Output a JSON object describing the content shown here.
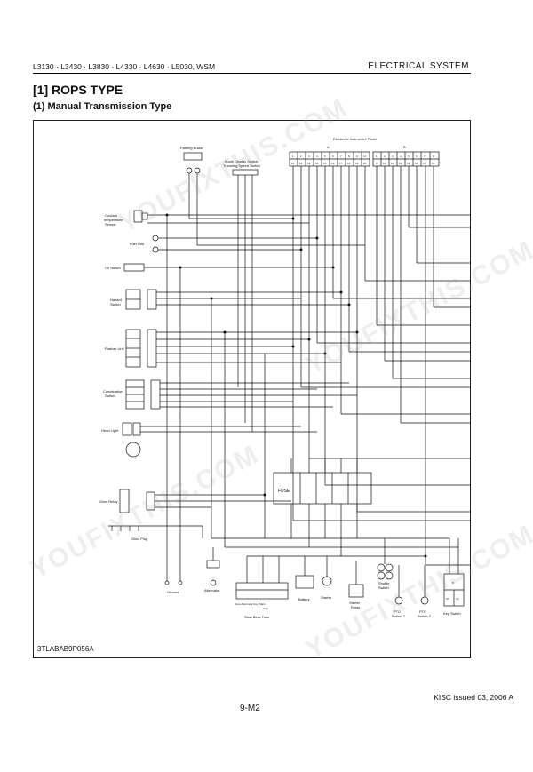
{
  "header": {
    "models": "L3130 · L3430 · L3830 · L4330 · L4630 · L5030, WSM",
    "section": "ELECTRICAL  SYSTEM"
  },
  "title": {
    "section": "[1]  ROPS  TYPE",
    "subsection": "(1)   Manual Transmission Type"
  },
  "diagram": {
    "panel_title": "Electronic Instrument Panel",
    "connector_a": "A",
    "connector_b": "B",
    "connector_a_top": [
      "1",
      "2",
      "3",
      "4",
      "5",
      "6",
      "7",
      "8",
      "9",
      "10"
    ],
    "connector_a_bottom": [
      "11",
      "12",
      "13",
      "14",
      "15",
      "16",
      "17",
      "18",
      "19",
      "20"
    ],
    "connector_b_top": [
      "1",
      "2",
      "3",
      "4",
      "5",
      "6",
      "7",
      "8"
    ],
    "connector_b_bottom": [
      "9",
      "10",
      "11",
      "12",
      "13",
      "14",
      "15",
      "16"
    ],
    "components": {
      "parking_brake": "Parking Brake",
      "mode_display_switch": "Mode Display Switch",
      "traveling_speed_switch": "Traveling Speed Switch",
      "coolant_sensor_1": "Coolant",
      "coolant_sensor_2": "Temperature",
      "coolant_sensor_3": "Sensor",
      "fuel_unit": "Fuel Unit",
      "oil_switch": "Oil Switch",
      "hazard_switch_1": "Hazard",
      "hazard_switch_2": "Switch",
      "flasher_unit": "Flasher Unit",
      "combination_switch_1": "Combination",
      "combination_switch_2": "Switch",
      "head_light": "Head Light",
      "fuse": "FUSE",
      "glow_relay": "Glow Relay",
      "glow_plug": "Glow Plug",
      "ground": "Ground",
      "alternator": "Alternator",
      "slow_blow_1": "Glow Alternator Key, Main",
      "slow_blow_2": "Stop",
      "slow_blow_fuse": "Slow Blow Fuse",
      "battery": "Battery",
      "starter": "Starter",
      "starter_relay_1": "Starter",
      "starter_relay_2": "Relay",
      "shuttle_switch_1": "Shuttle",
      "shuttle_switch_2": "Switch",
      "pto_switch1_a": "PTO",
      "pto_switch1_b": "Switch 1",
      "pto_switch2_a": "PTO",
      "pto_switch2_b": "Switch 2",
      "key_switch": "Key Switch",
      "key_b": "B",
      "key_st": "ST",
      "key_ac": "AC"
    },
    "drawing_code": "3TLABAB9P056A"
  },
  "footer": {
    "issued": "KISC issued 03, 2006 A",
    "page": "9-M2"
  },
  "watermark": "YOUFIXTHIS.COM",
  "colors": {
    "ink": "#111111",
    "watermark": "#a0a0a0"
  }
}
